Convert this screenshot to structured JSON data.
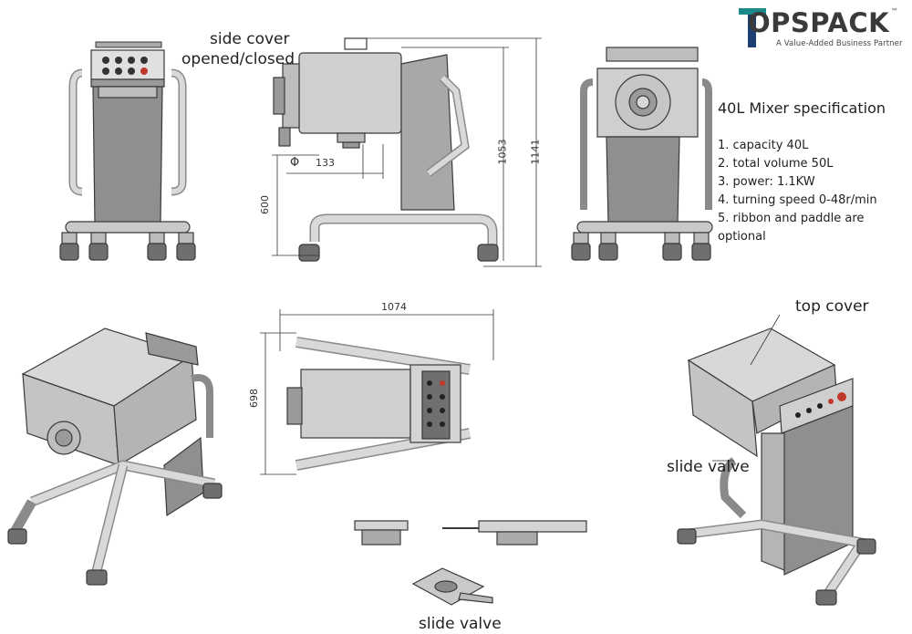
{
  "logo": {
    "word": "OPSPACK",
    "tm": "™",
    "tagline": "A Value-Added Business Partner",
    "colors": {
      "t_teal": "#1b8a8a",
      "t_navy": "#1d3f73",
      "word": "#3a3a3a"
    }
  },
  "spec": {
    "title": "40L Mixer specification",
    "items": [
      "1. capacity 40L",
      "2. total volume 50L",
      "3. power: 1.1KW",
      "4. turning speed 0-48r/min",
      "5. ribbon and paddle are optional"
    ]
  },
  "labels": {
    "side_cover": "side cover",
    "opened_closed": "opened/closed",
    "top_cover": "top cover",
    "slide_valve_right": "slide valve",
    "slide_valve_bottom": "slide valve"
  },
  "dimensions": {
    "phi": "Φ",
    "d133": "133",
    "d600": "600",
    "d1053": "1053",
    "d1141": "1141",
    "d1074": "1074",
    "d698": "698"
  },
  "colors": {
    "steel": "#c9c9c9",
    "steel_dark": "#9a9a9a",
    "outline": "#3a3a3a",
    "panel": "#7d7d7d",
    "button_red": "#c0392b"
  }
}
